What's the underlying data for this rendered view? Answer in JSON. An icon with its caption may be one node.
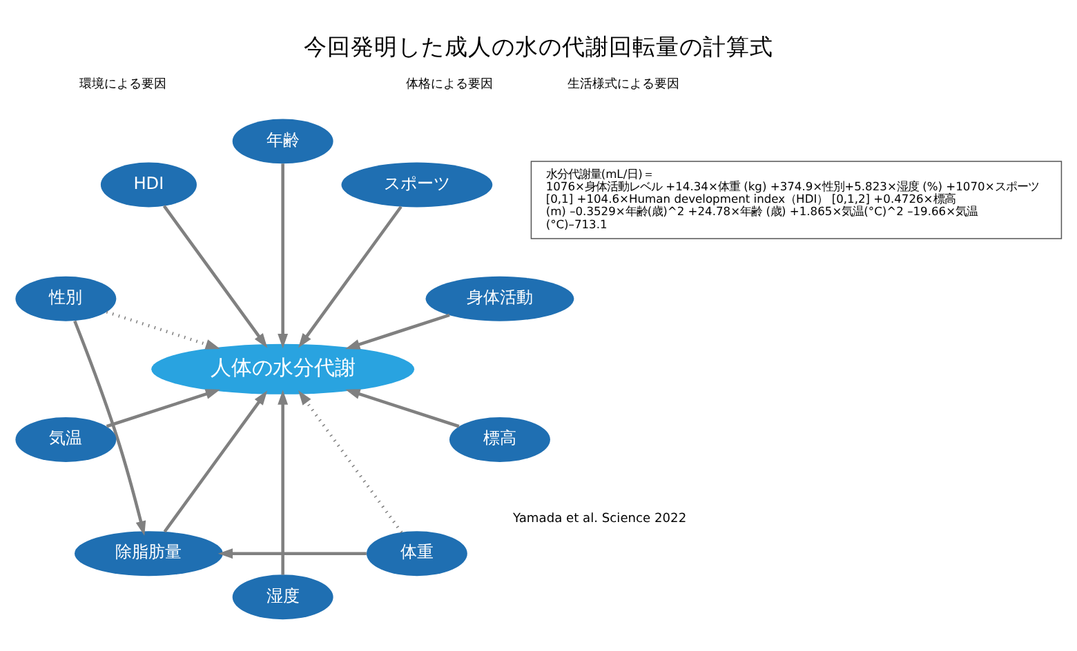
{
  "diagram": {
    "title": "今回発明した成人の水の代謝回転量の計算式",
    "nodes": [
      {
        "text": [
          "人体の水分代謝"
        ]
      },
      {
        "text": [
          "身体活動"
        ]
      },
      {
        "text": [
          "スポーツ"
        ]
      },
      {
        "text": [
          "年齢"
        ]
      },
      {
        "text": [
          "HDI"
        ]
      },
      {
        "text": [
          "性別"
        ]
      },
      {
        "text": [
          "気温"
        ]
      },
      {
        "text": [
          "除脂肪量"
        ]
      },
      {
        "text": [
          "湿度"
        ]
      },
      {
        "text": [
          "体重"
        ]
      },
      {
        "text": [
          "標高"
        ]
      },
      {
        "text": [
          "水分代謝量(mL/日)＝",
          "1076×身体活動レベル +14.34×体重 (kg) +374.9×性別+5.823×湿度 (%) +1070×スポーツ [0,1] +104.6×Human development index（HDI） [0,1,2] +0.4726×標高 (m) –0.3529×年齢(歳)^2 +24.78×年齢 (歳) +1.865×気温(°C)^2 –19.66×気温 (°C)–713.1"
        ]
      }
    ],
    "edges": [
      {
        "from": 1,
        "to": 0,
        "arrow": "to"
      },
      {
        "from": 2,
        "to": 0,
        "arrow": "to"
      },
      {
        "from": 3,
        "to": 0,
        "arrow": "to"
      },
      {
        "from": 4,
        "to": 0,
        "arrow": "to"
      },
      {
        "from": 5,
        "to": 0,
        "arrow": "to",
        "style": "dashed"
      },
      {
        "from": 6,
        "to": 0,
        "arrow": "to"
      },
      {
        "from": 7,
        "to": 0,
        "arrow": "to"
      },
      {
        "from": 8,
        "to": 0,
        "arrow": "to"
      },
      {
        "from": 9,
        "to": 0,
        "arrow": "to",
        "style": "dashed"
      },
      {
        "from": 10,
        "to": 0,
        "arrow": "to"
      },
      {
        "from": 5,
        "to": 7,
        "arrow": "to"
      },
      {
        "from": 9,
        "to": 7,
        "arrow": "to"
      }
    ],
    "labels": [
      "生活様式による要因",
      "体格による要因",
      "環境による要因",
      "Yamada et al. Science 2022"
    ]
  }
}
